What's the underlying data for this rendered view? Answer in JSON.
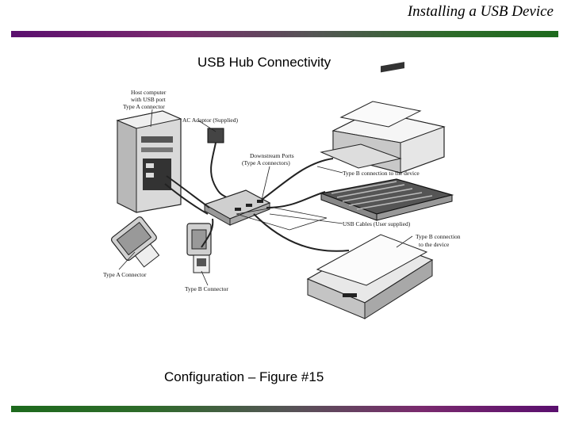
{
  "slide": {
    "title": "Installing a USB Device"
  },
  "diagram": {
    "heading": "USB Hub Connectivity",
    "caption": "Configuration – Figure #15",
    "labels": {
      "host_line1": "Host computer",
      "host_line2": "with USB port",
      "host_line3": "Type A connector",
      "ac_adaptor": "AC Adaptor (Supplied)",
      "downstream_line1": "Downstream Ports",
      "downstream_line2": "(Type A connectors)",
      "type_b_printer": "Type B connection to the device",
      "usb_cables": "USB Cables (User supplied)",
      "type_b_scanner_line1": "Type B connection",
      "type_b_scanner_line2": "to the device",
      "type_a_connector": "Type A Connector",
      "type_b_connector": "Type B Connector"
    }
  },
  "colors": {
    "bar_purple": "#5a0f6e",
    "bar_green": "#1d6a1d"
  }
}
